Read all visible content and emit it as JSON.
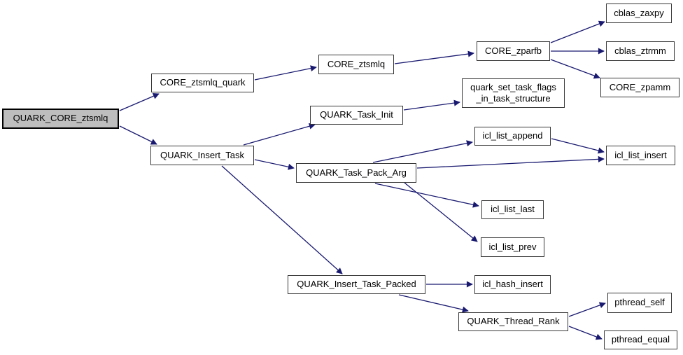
{
  "diagram": {
    "type": "call-graph",
    "root": "QUARK_CORE_ztsmlq",
    "colors": {
      "background": "#ffffff",
      "edge": "#191970",
      "node_border": "#383838",
      "root_fill": "#bebebe",
      "node_fill": "#ffffff",
      "text": "#000000"
    }
  },
  "nodes": [
    {
      "id": "QUARK_CORE_ztsmlq",
      "label": "QUARK_CORE_ztsmlq",
      "highlighted": true
    },
    {
      "id": "CORE_ztsmlq_quark",
      "label": "CORE_ztsmlq_quark"
    },
    {
      "id": "CORE_ztsmlq",
      "label": "CORE_ztsmlq"
    },
    {
      "id": "CORE_zparfb",
      "label": "CORE_zparfb"
    },
    {
      "id": "cblas_zaxpy",
      "label": "cblas_zaxpy"
    },
    {
      "id": "cblas_ztrmm",
      "label": "cblas_ztrmm"
    },
    {
      "id": "CORE_zpamm",
      "label": "CORE_zpamm"
    },
    {
      "id": "quark_set_task_flags_in_task_structure",
      "label_line1": "quark_set_task_flags",
      "label_line2": "_in_task_structure"
    },
    {
      "id": "QUARK_Task_Init",
      "label": "QUARK_Task_Init"
    },
    {
      "id": "QUARK_Insert_Task",
      "label": "QUARK_Insert_Task"
    },
    {
      "id": "QUARK_Task_Pack_Arg",
      "label": "QUARK_Task_Pack_Arg"
    },
    {
      "id": "icl_list_append",
      "label": "icl_list_append"
    },
    {
      "id": "icl_list_insert",
      "label": "icl_list_insert"
    },
    {
      "id": "icl_list_last",
      "label": "icl_list_last"
    },
    {
      "id": "icl_list_prev",
      "label": "icl_list_prev"
    },
    {
      "id": "QUARK_Insert_Task_Packed",
      "label": "QUARK_Insert_Task_Packed"
    },
    {
      "id": "icl_hash_insert",
      "label": "icl_hash_insert"
    },
    {
      "id": "QUARK_Thread_Rank",
      "label": "QUARK_Thread_Rank"
    },
    {
      "id": "pthread_self",
      "label": "pthread_self"
    },
    {
      "id": "pthread_equal",
      "label": "pthread_equal"
    }
  ],
  "edges": [
    {
      "from": "QUARK_CORE_ztsmlq",
      "to": "CORE_ztsmlq_quark"
    },
    {
      "from": "QUARK_CORE_ztsmlq",
      "to": "QUARK_Insert_Task"
    },
    {
      "from": "CORE_ztsmlq_quark",
      "to": "CORE_ztsmlq"
    },
    {
      "from": "CORE_ztsmlq",
      "to": "CORE_zparfb"
    },
    {
      "from": "CORE_zparfb",
      "to": "cblas_zaxpy"
    },
    {
      "from": "CORE_zparfb",
      "to": "cblas_ztrmm"
    },
    {
      "from": "CORE_zparfb",
      "to": "CORE_zpamm"
    },
    {
      "from": "QUARK_Insert_Task",
      "to": "QUARK_Task_Init"
    },
    {
      "from": "QUARK_Task_Init",
      "to": "quark_set_task_flags_in_task_structure"
    },
    {
      "from": "QUARK_Insert_Task",
      "to": "QUARK_Task_Pack_Arg"
    },
    {
      "from": "QUARK_Insert_Task",
      "to": "QUARK_Insert_Task_Packed"
    },
    {
      "from": "QUARK_Task_Pack_Arg",
      "to": "icl_list_append"
    },
    {
      "from": "QUARK_Task_Pack_Arg",
      "to": "icl_list_insert"
    },
    {
      "from": "icl_list_append",
      "to": "icl_list_insert"
    },
    {
      "from": "QUARK_Task_Pack_Arg",
      "to": "icl_list_last"
    },
    {
      "from": "QUARK_Task_Pack_Arg",
      "to": "icl_list_prev"
    },
    {
      "from": "QUARK_Insert_Task_Packed",
      "to": "icl_hash_insert"
    },
    {
      "from": "QUARK_Insert_Task_Packed",
      "to": "QUARK_Thread_Rank"
    },
    {
      "from": "QUARK_Thread_Rank",
      "to": "pthread_self"
    },
    {
      "from": "QUARK_Thread_Rank",
      "to": "pthread_equal"
    }
  ]
}
